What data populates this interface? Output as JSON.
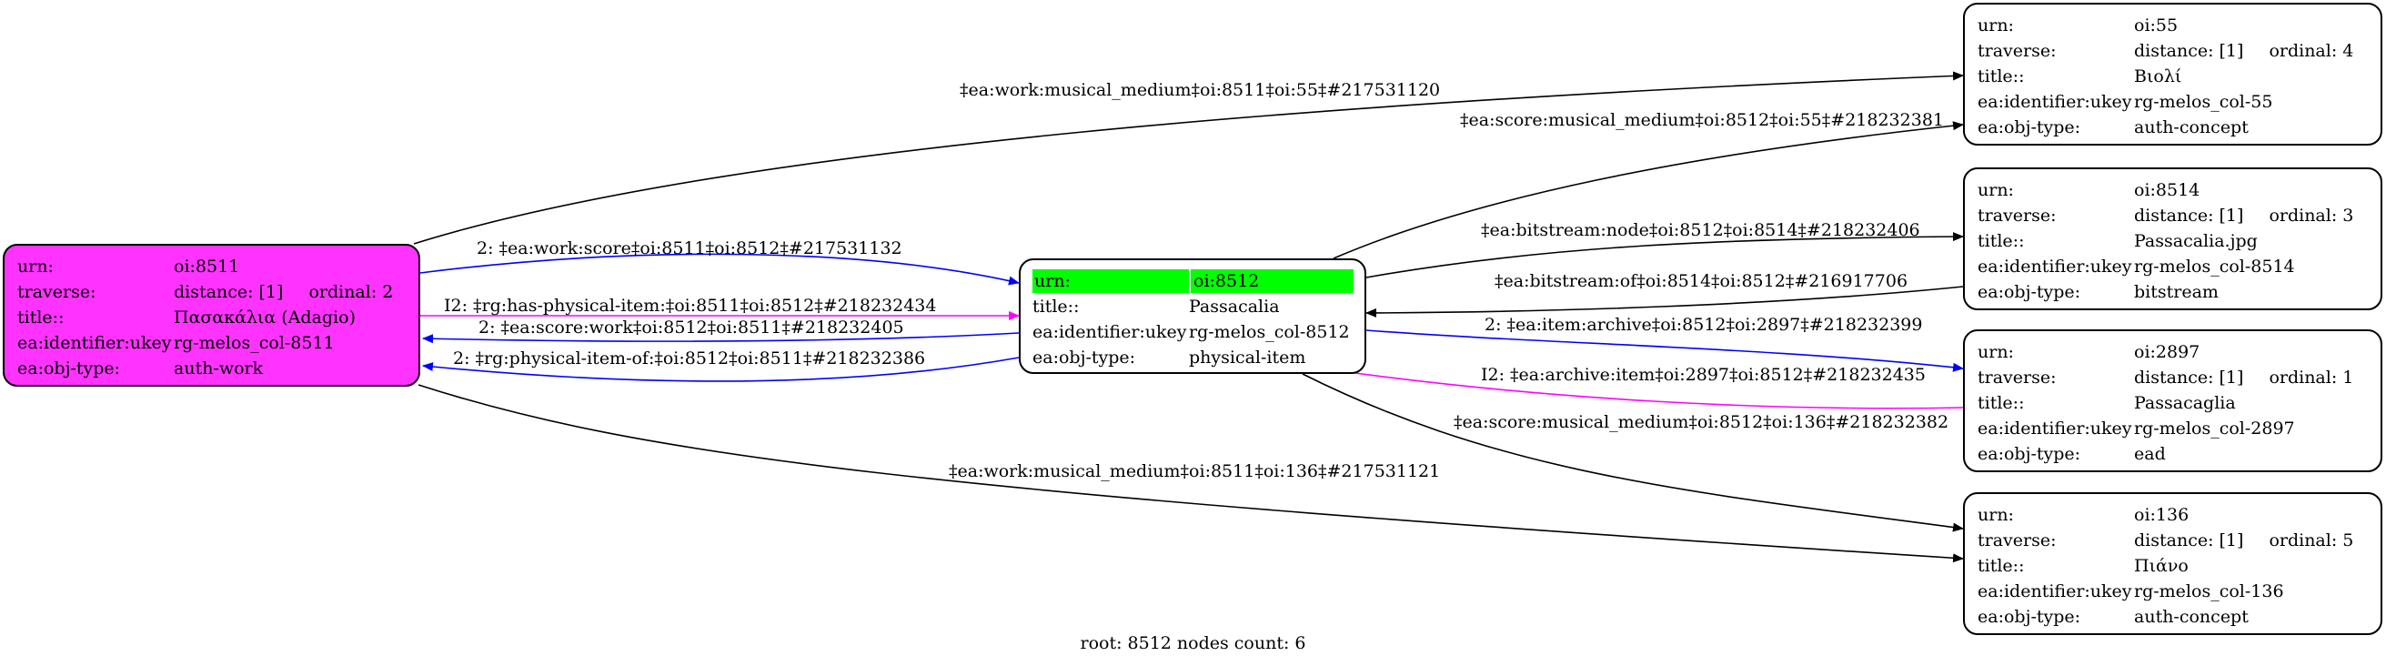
{
  "graph": {
    "footer": "root: 8512 nodes count: 6",
    "nodes": {
      "n8511": {
        "urn_key": "urn:",
        "urn": "oi:8511",
        "traverse_key": "traverse:",
        "distance": "distance: [1]",
        "ordinal": "ordinal: 2",
        "title_key": "title::",
        "title": "Πασακάλια (Adagio)",
        "ukey_key": "ea:identifier:ukey",
        "ukey": "rg-melos_col-8511",
        "type_key": "ea:obj-type:",
        "type": "auth-work",
        "fill": "#ff33ff"
      },
      "n8512": {
        "urn_key": "urn:",
        "urn": "oi:8512",
        "title_key": "title::",
        "title": "Passacalia",
        "ukey_key": "ea:identifier:ukey",
        "ukey": "rg-melos_col-8512",
        "type_key": "ea:obj-type:",
        "type": "physical-item",
        "highlight": "#00ff00"
      },
      "n55": {
        "urn_key": "urn:",
        "urn": "oi:55",
        "traverse_key": "traverse:",
        "distance": "distance: [1]",
        "ordinal": "ordinal: 4",
        "title_key": "title::",
        "title": "Βιολί",
        "ukey_key": "ea:identifier:ukey",
        "ukey": "rg-melos_col-55",
        "type_key": "ea:obj-type:",
        "type": "auth-concept"
      },
      "n8514": {
        "urn_key": "urn:",
        "urn": "oi:8514",
        "traverse_key": "traverse:",
        "distance": "distance: [1]",
        "ordinal": "ordinal: 3",
        "title_key": "title::",
        "title": "Passacalia.jpg",
        "ukey_key": "ea:identifier:ukey",
        "ukey": "rg-melos_col-8514",
        "type_key": "ea:obj-type:",
        "type": "bitstream"
      },
      "n2897": {
        "urn_key": "urn:",
        "urn": "oi:2897",
        "traverse_key": "traverse:",
        "distance": "distance: [1]",
        "ordinal": "ordinal: 1",
        "title_key": "title::",
        "title": "Passacaglia",
        "ukey_key": "ea:identifier:ukey",
        "ukey": "rg-melos_col-2897",
        "type_key": "ea:obj-type:",
        "type": "ead"
      },
      "n136": {
        "urn_key": "urn:",
        "urn": "oi:136",
        "traverse_key": "traverse:",
        "distance": "distance: [1]",
        "ordinal": "ordinal: 5",
        "title_key": "title::",
        "title": "Πιάνο",
        "ukey_key": "ea:identifier:ukey",
        "ukey": "rg-melos_col-136",
        "type_key": "ea:obj-type:",
        "type": "auth-concept"
      }
    },
    "edges": [
      {
        "id": "e1",
        "label": "‡ea:work:musical_medium‡oi:8511‡oi:55‡#217531120",
        "color": "#000000"
      },
      {
        "id": "e2",
        "label": "‡ea:score:musical_medium‡oi:8512‡oi:55‡#218232381",
        "color": "#000000"
      },
      {
        "id": "e3",
        "label": "2: ‡ea:work:score‡oi:8511‡oi:8512‡#217531132",
        "color": "#0000ff"
      },
      {
        "id": "e4",
        "label": "I2: ‡rg:has-physical-item:‡oi:8511‡oi:8512‡#218232434",
        "color": "#ff00ff"
      },
      {
        "id": "e5",
        "label": "2: ‡ea:score:work‡oi:8512‡oi:8511‡#218232405",
        "color": "#0000ff"
      },
      {
        "id": "e6",
        "label": "2: ‡rg:physical-item-of:‡oi:8512‡oi:8511‡#218232386",
        "color": "#0000ff"
      },
      {
        "id": "e7",
        "label": "‡ea:bitstream:node‡oi:8512‡oi:8514‡#218232406",
        "color": "#000000"
      },
      {
        "id": "e8",
        "label": "‡ea:bitstream:of‡oi:8514‡oi:8512‡#216917706",
        "color": "#000000"
      },
      {
        "id": "e9",
        "label": "2: ‡ea:item:archive‡oi:8512‡oi:2897‡#218232399",
        "color": "#0000ff"
      },
      {
        "id": "e10",
        "label": "I2: ‡ea:archive:item‡oi:2897‡oi:8512‡#218232435",
        "color": "#ff00ff"
      },
      {
        "id": "e11",
        "label": "‡ea:score:musical_medium‡oi:8512‡oi:136‡#218232382",
        "color": "#000000"
      },
      {
        "id": "e12",
        "label": "‡ea:work:musical_medium‡oi:8511‡oi:136‡#217531121",
        "color": "#000000"
      }
    ]
  }
}
